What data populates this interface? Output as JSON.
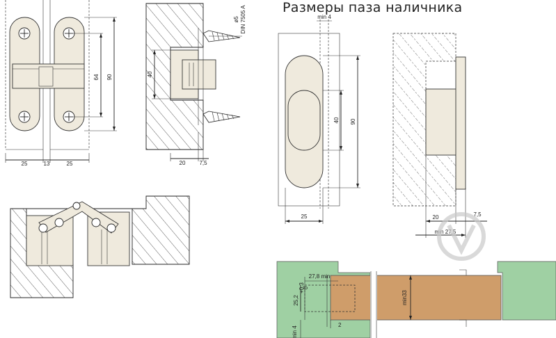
{
  "title": "Размеры паза наличника",
  "colors": {
    "hinge_body": "#efeadd",
    "wood": "#cf9d6a",
    "frame_green": "#9fd0a3",
    "line": "#222222"
  },
  "panel_front": {
    "dims": [
      "25",
      "13",
      "25",
      "64",
      "90"
    ]
  },
  "panel_side": {
    "dims": [
      "40",
      "20",
      "7,5"
    ],
    "screw_note_1": "ø5",
    "screw_note_2": "DIN 7505 A"
  },
  "panel_groove": {
    "dims": [
      "min 4",
      "40",
      "90",
      "25"
    ]
  },
  "panel_groove_side": {
    "dims": [
      "20",
      "7,5",
      "min 27,5"
    ]
  },
  "panel_bottom": {
    "dims": [
      "27,8 min",
      "25,2",
      "+0,3",
      "0",
      "min33",
      "2",
      "min 4"
    ]
  }
}
